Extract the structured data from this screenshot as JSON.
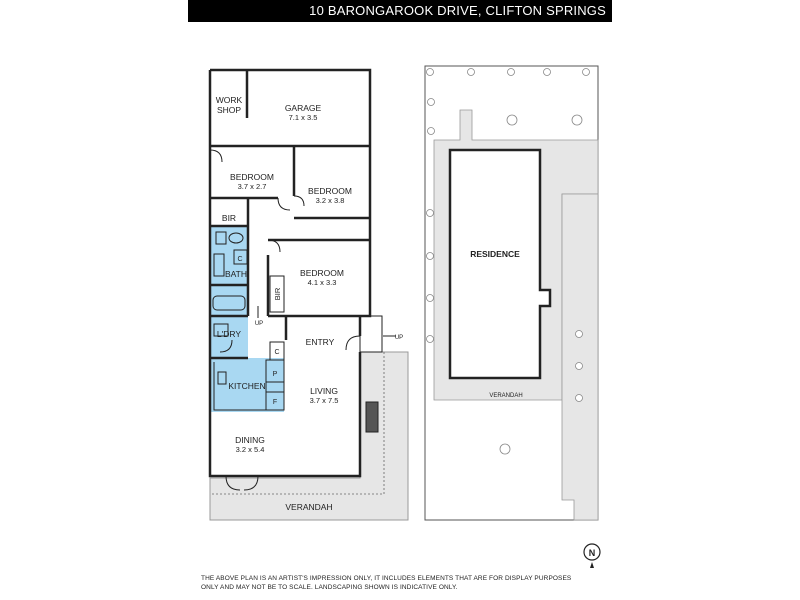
{
  "header": {
    "address": "10 BARONGAROOK DRIVE, CLIFTON SPRINGS"
  },
  "rooms": {
    "workshop": {
      "line1": "WORK",
      "line2": "SHOP"
    },
    "garage": {
      "name": "GARAGE",
      "size": "7.1 x 3.5"
    },
    "bedroom1": {
      "name": "BEDROOM",
      "size": "3.7 x 2.7"
    },
    "bedroom2": {
      "name": "BEDROOM",
      "size": "3.2 x 3.8"
    },
    "bedroom3": {
      "name": "BEDROOM",
      "size": "4.1 x 3.3"
    },
    "bir_top": "BIR",
    "bir_side": "BIR",
    "bath": "BATH",
    "c_bath": "C",
    "laundry": "L'DRY",
    "entry": "ENTRY",
    "c_entry": "C",
    "kitchen": "KITCHEN",
    "pantry": "P",
    "fridge": "F",
    "living": {
      "name": "LIVING",
      "size": "3.7 x 7.5"
    },
    "dining": {
      "name": "DINING",
      "size": "3.2 x 5.4"
    },
    "verandah": "VERANDAH",
    "up_hall": "UP",
    "up_entry": "UP"
  },
  "site": {
    "residence": "RESIDENCE",
    "verandah": "VERANDAH",
    "north": "N"
  },
  "colors": {
    "wet_areas": "#a9d8f2",
    "paving": "#e6e6e6",
    "walls": "#222222"
  },
  "disclaimer": {
    "line1": "THE ABOVE PLAN IS AN ARTIST'S IMPRESSION ONLY, IT INCLUDES ELEMENTS THAT ARE FOR DISPLAY PURPOSES",
    "line2": "ONLY AND MAY NOT BE TO SCALE. LANDSCAPING SHOWN IS INDICATIVE ONLY."
  }
}
